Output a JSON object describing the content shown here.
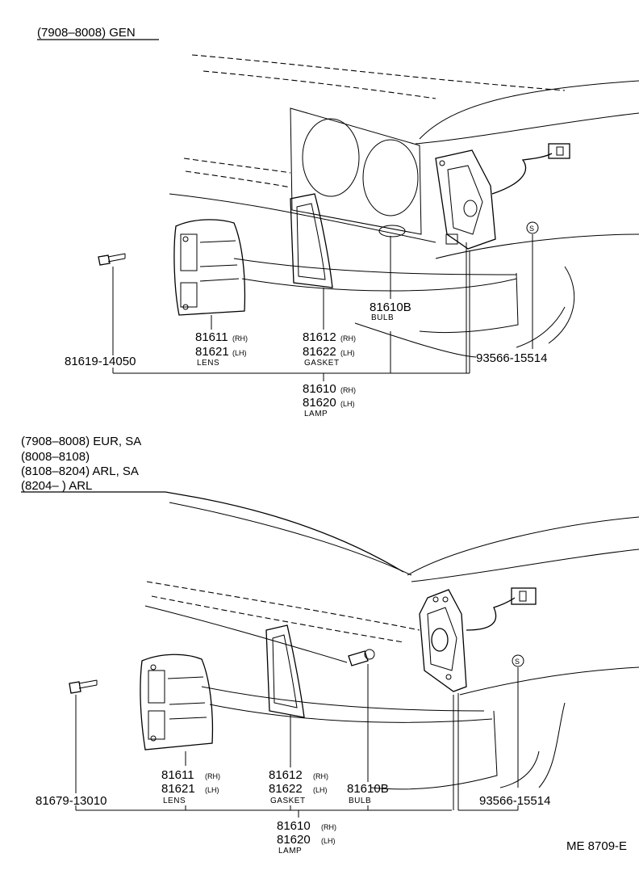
{
  "sections": [
    {
      "headers": [
        "(7908–8008) GEN"
      ],
      "parts": [
        {
          "number": "81619-14050"
        },
        {
          "number_rh": "81611",
          "number_lh": "81621",
          "suffix_rh": "(RH)",
          "suffix_lh": "(LH)",
          "name": "LENS"
        },
        {
          "number_rh": "81612",
          "number_lh": "81622",
          "suffix_rh": "(RH)",
          "suffix_lh": "(LH)",
          "name": "GASKET"
        },
        {
          "number": "81610B",
          "name": "BULB"
        },
        {
          "number": "93566-15514"
        },
        {
          "number_rh": "81610",
          "number_lh": "81620",
          "suffix_rh": "(RH)",
          "suffix_lh": "(LH)",
          "name": "LAMP"
        }
      ],
      "symbol": "S"
    },
    {
      "headers": [
        "(7908–8008) EUR, SA",
        "(8008–8108)",
        "(8108–8204) ARL, SA",
        "(8204–        ) ARL"
      ],
      "parts": [
        {
          "number": "81679-13010"
        },
        {
          "number_rh": "81611",
          "number_lh": "81621",
          "suffix_rh": "(RH)",
          "suffix_lh": "(LH)",
          "name": "LENS"
        },
        {
          "number_rh": "81612",
          "number_lh": "81622",
          "suffix_rh": "(RH)",
          "suffix_lh": "(LH)",
          "name": "GASKET"
        },
        {
          "number": "81610B",
          "name": "BULB"
        },
        {
          "number": "93566-15514"
        },
        {
          "number_rh": "81610",
          "number_lh": "81620",
          "suffix_rh": "(RH)",
          "suffix_lh": "(LH)",
          "name": "LAMP"
        }
      ],
      "symbol": "S"
    }
  ],
  "footer_code": "ME 8709-E"
}
